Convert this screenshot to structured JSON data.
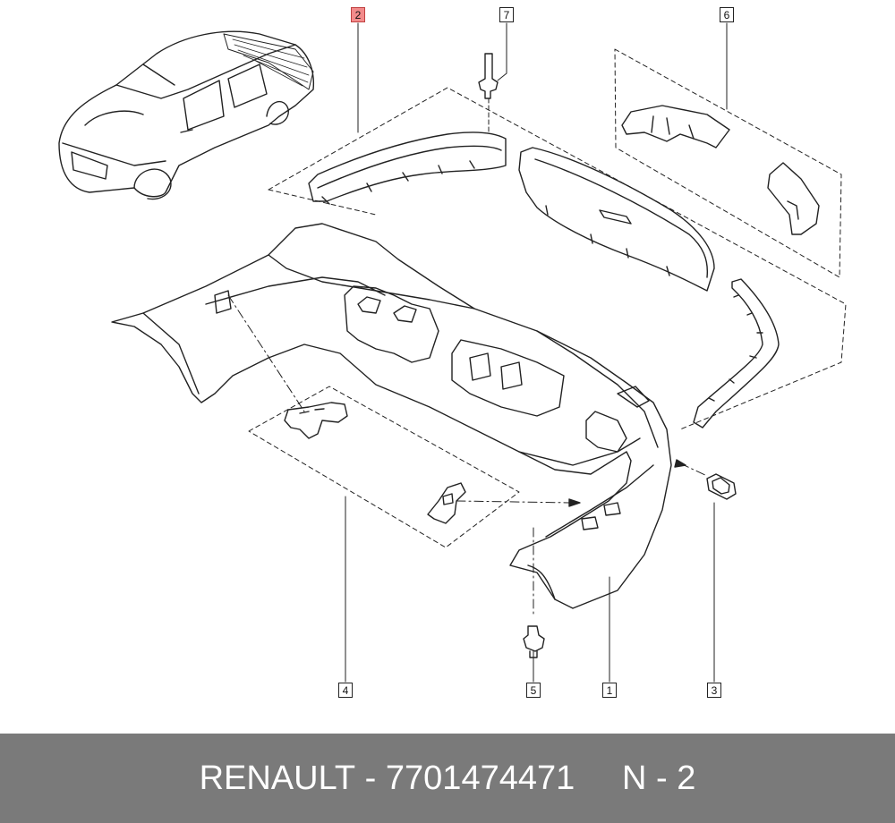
{
  "diagram": {
    "callouts": [
      {
        "id": "c1",
        "label": "1"
      },
      {
        "id": "c2",
        "label": "2",
        "highlighted": true
      },
      {
        "id": "c3",
        "label": "3"
      },
      {
        "id": "c4",
        "label": "4"
      },
      {
        "id": "c5",
        "label": "5"
      },
      {
        "id": "c6",
        "label": "6"
      },
      {
        "id": "c7",
        "label": "7"
      }
    ],
    "highlight_color": "#f28b8b",
    "line_color": "#222222"
  },
  "footer": {
    "brand": "RENAULT",
    "separator": " - ",
    "part_number": "7701474471",
    "gap": "     ",
    "page": "N - 2",
    "background": "#7a7a7a"
  }
}
